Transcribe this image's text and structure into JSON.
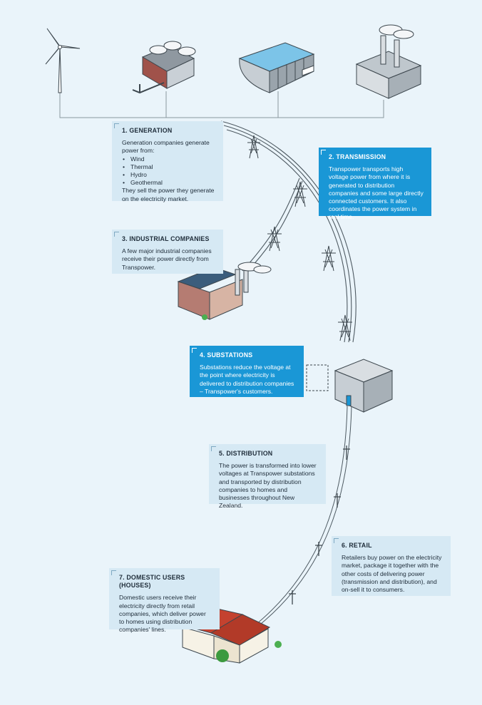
{
  "boxes": {
    "generation": {
      "title": "1. GENERATION",
      "intro": "Generation companies generate power from:",
      "items": [
        "Wind",
        "Thermal",
        "Hydro",
        "Geothermal"
      ],
      "outro": "They sell the power they generate on the electricity market."
    },
    "transmission": {
      "title": "2. TRANSMISSION",
      "body": "Transpower transports high voltage power from where it is generated to distribution companies and some large directly connected customers. It also coordinates the power system in real time."
    },
    "industrial": {
      "title": "3. INDUSTRIAL COMPANIES",
      "body": "A few major industrial companies receive their power directly from Transpower."
    },
    "substations": {
      "title": "4. SUBSTATIONS",
      "body": "Substations reduce the voltage at the point where electricity is delivered to distribution companies – Transpower's customers."
    },
    "distribution": {
      "title": "5. DISTRIBUTION",
      "body": "The power is transformed into lower voltages at Transpower substations and transported by distribution companies to homes and businesses throughout New Zealand."
    },
    "retail": {
      "title": "6. RETAIL",
      "body": "Retailers buy power on the electricity market, package it together with the other costs of delivering power (transmission and distribution), and on-sell it to consumers."
    },
    "domestic": {
      "title": "7. DOMESTIC USERS (HOUSES)",
      "body": "Domestic users receive their electricity directly from retail companies, which deliver power to homes using distribution companies' lines."
    }
  },
  "colors": {
    "background": "#eaf4fa",
    "box": "#d6e9f4",
    "highlight": "#1a97d6",
    "line": "#5a6770"
  }
}
